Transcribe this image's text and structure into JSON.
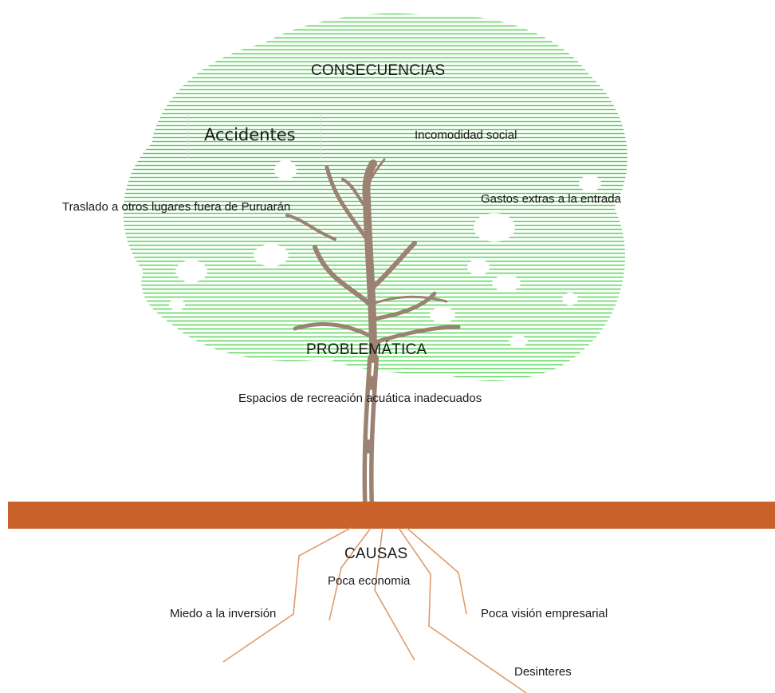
{
  "diagram": {
    "consequences": {
      "heading": "CONSECUENCIAS",
      "items": [
        "Accidentes",
        "Incomodidad social",
        "Traslado a otros lugares fuera de Puruarán",
        "Gastos extras a la entrada"
      ]
    },
    "problem": {
      "heading": "PROBLEMÁTICA",
      "statement": "Espacios de recreación acuática inadecuados"
    },
    "causes": {
      "heading": "CAUSAS",
      "items": [
        "Poca economia",
        "Miedo a la inversión",
        "Poca visión empresarial",
        "Desinteres"
      ]
    },
    "colors": {
      "foliage": "#4fd44f",
      "trunk": "#9b8272",
      "ground": "#c8622a",
      "roots": "#e09a6c"
    }
  }
}
